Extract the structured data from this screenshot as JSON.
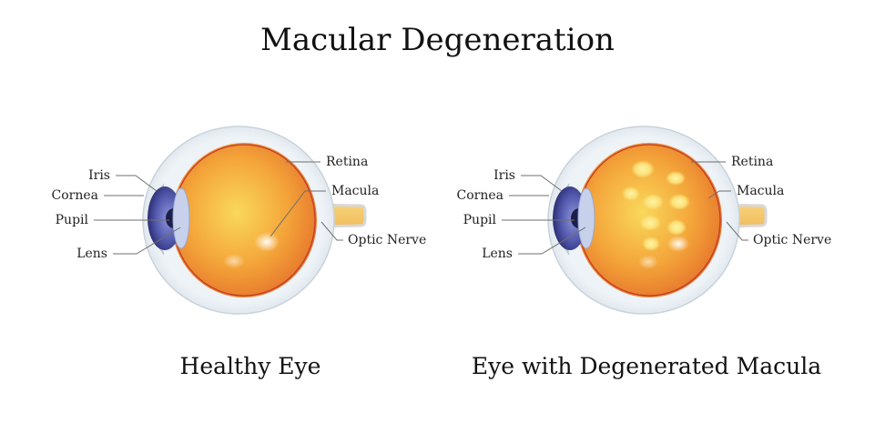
{
  "title": "Macular Degeneration",
  "diagrams": [
    {
      "caption": "Healthy Eye",
      "labels": {
        "iris": "Iris",
        "cornea": "Cornea",
        "pupil": "Pupil",
        "lens": "Lens",
        "retina": "Retina",
        "macula": "Macula",
        "optic_nerve": "Optic Nerve"
      }
    },
    {
      "caption": "Eye with Degenerated Macula",
      "labels": {
        "iris": "Iris",
        "cornea": "Cornea",
        "pupil": "Pupil",
        "lens": "Lens",
        "retina": "Retina",
        "macula": "Macula",
        "optic_nerve": "Optic Nerve"
      }
    }
  ],
  "colors": {
    "sclera": "#e6edf2",
    "globe_inner": "#f7c447",
    "globe_outer": "#e8782a",
    "retina_line": "#c0392b",
    "iris": "#4c4f9e",
    "optic_nerve": "#f3c062",
    "drusen": "#fbe27a"
  }
}
